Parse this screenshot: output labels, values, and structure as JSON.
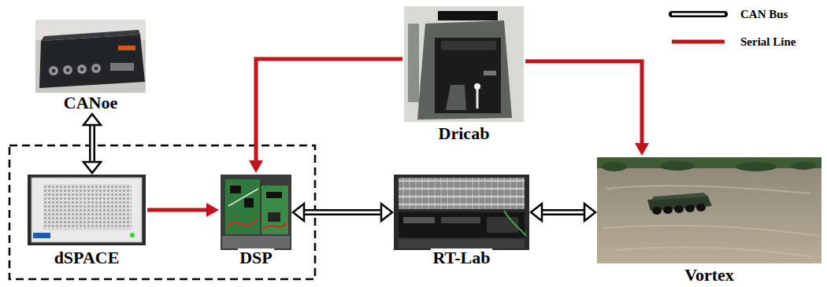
{
  "diagram": {
    "nodes": [
      {
        "text": [
          "CANoe"
        ]
      },
      {
        "text": [
          "dSPACE"
        ]
      },
      {
        "text": [
          "DSP"
        ]
      },
      {
        "text": [
          "RT-Lab"
        ]
      },
      {
        "text": [
          "Dricab"
        ]
      },
      {
        "text": [
          "Vortex"
        ]
      }
    ],
    "edges": [
      {
        "from": 0,
        "to": 1,
        "arrow": "both"
      },
      {
        "from": 1,
        "to": 2,
        "arrow": "to"
      },
      {
        "from": 2,
        "to": 3,
        "arrow": "both"
      },
      {
        "from": 4,
        "to": 2,
        "arrow": "to"
      },
      {
        "from": 4,
        "to": 5,
        "arrow": "to"
      },
      {
        "from": 3,
        "to": 5,
        "arrow": "both"
      }
    ],
    "legend": [
      {
        "text": "CAN Bus"
      },
      {
        "text": "Serial Line"
      }
    ]
  }
}
